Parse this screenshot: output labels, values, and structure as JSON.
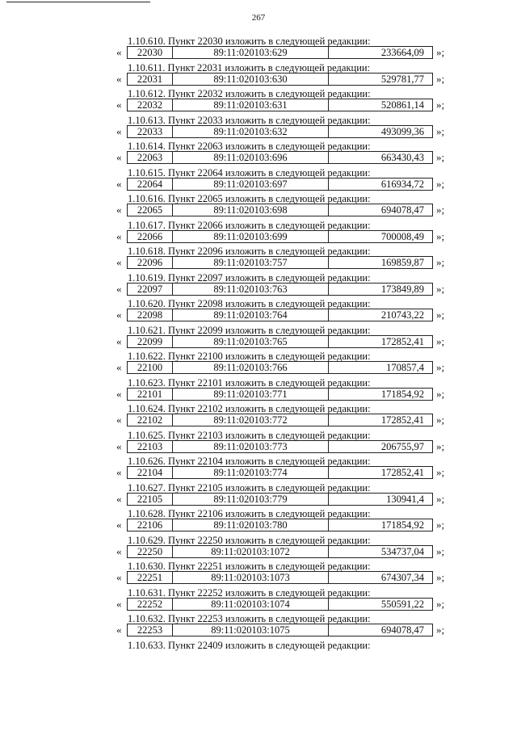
{
  "page_number": "267",
  "open_quote": "«",
  "close_quote": "»;",
  "entries": [
    {
      "heading": "1.10.610. Пункт 22030 изложить в следующей редакции:",
      "num": "22030",
      "cad": "89:11:020103:629",
      "val": "233664,09"
    },
    {
      "heading": "1.10.611. Пункт 22031 изложить в следующей редакции:",
      "num": "22031",
      "cad": "89:11:020103:630",
      "val": "529781,77"
    },
    {
      "heading": "1.10.612. Пункт 22032 изложить в следующей редакции:",
      "num": "22032",
      "cad": "89:11:020103:631",
      "val": "520861,14"
    },
    {
      "heading": "1.10.613. Пункт 22033 изложить в следующей редакции:",
      "num": "22033",
      "cad": "89:11:020103:632",
      "val": "493099,36"
    },
    {
      "heading": "1.10.614. Пункт 22063 изложить в следующей редакции:",
      "num": "22063",
      "cad": "89:11:020103:696",
      "val": "663430,43"
    },
    {
      "heading": "1.10.615. Пункт 22064 изложить в следующей редакции:",
      "num": "22064",
      "cad": "89:11:020103:697",
      "val": "616934,72"
    },
    {
      "heading": "1.10.616. Пункт 22065 изложить в следующей редакции:",
      "num": "22065",
      "cad": "89:11:020103:698",
      "val": "694078,47"
    },
    {
      "heading": "1.10.617. Пункт 22066 изложить в следующей редакции:",
      "num": "22066",
      "cad": "89:11:020103:699",
      "val": "700008,49"
    },
    {
      "heading": "1.10.618. Пункт 22096 изложить в следующей редакции:",
      "num": "22096",
      "cad": "89:11:020103:757",
      "val": "169859,87"
    },
    {
      "heading": "1.10.619. Пункт 22097 изложить в следующей редакции:",
      "num": "22097",
      "cad": "89:11:020103:763",
      "val": "173849,89"
    },
    {
      "heading": "1.10.620. Пункт 22098 изложить в следующей редакции:",
      "num": "22098",
      "cad": "89:11:020103:764",
      "val": "210743,22"
    },
    {
      "heading": "1.10.621. Пункт 22099 изложить в следующей редакции:",
      "num": "22099",
      "cad": "89:11:020103:765",
      "val": "172852,41"
    },
    {
      "heading": "1.10.622. Пункт 22100 изложить в следующей редакции:",
      "num": "22100",
      "cad": "89:11:020103:766",
      "val": "170857,4"
    },
    {
      "heading": "1.10.623. Пункт 22101 изложить в следующей редакции:",
      "num": "22101",
      "cad": "89:11:020103:771",
      "val": "171854,92"
    },
    {
      "heading": "1.10.624. Пункт 22102 изложить в следующей редакции:",
      "num": "22102",
      "cad": "89:11:020103:772",
      "val": "172852,41"
    },
    {
      "heading": "1.10.625. Пункт 22103 изложить в следующей редакции:",
      "num": "22103",
      "cad": "89:11:020103:773",
      "val": "206755,97"
    },
    {
      "heading": "1.10.626. Пункт 22104 изложить в следующей редакции:",
      "num": "22104",
      "cad": "89:11:020103:774",
      "val": "172852,41"
    },
    {
      "heading": "1.10.627. Пункт 22105 изложить в следующей редакции:",
      "num": "22105",
      "cad": "89:11:020103:779",
      "val": "130941,4"
    },
    {
      "heading": "1.10.628. Пункт 22106 изложить в следующей редакции:",
      "num": "22106",
      "cad": "89:11:020103:780",
      "val": "171854,92"
    },
    {
      "heading": "1.10.629. Пункт 22250 изложить в следующей редакции:",
      "num": "22250",
      "cad": "89:11:020103:1072",
      "val": "534737,04"
    },
    {
      "heading": "1.10.630. Пункт 22251 изложить в следующей редакции:",
      "num": "22251",
      "cad": "89:11:020103:1073",
      "val": "674307,34"
    },
    {
      "heading": "1.10.631. Пункт 22252 изложить в следующей редакции:",
      "num": "22252",
      "cad": "89:11:020103:1074",
      "val": "550591,22"
    },
    {
      "heading": "1.10.632. Пункт 22253 изложить в следующей редакции:",
      "num": "22253",
      "cad": "89:11:020103:1075",
      "val": "694078,47"
    }
  ],
  "last_heading": "1.10.633. Пункт 22409 изложить в следующей редакции:"
}
